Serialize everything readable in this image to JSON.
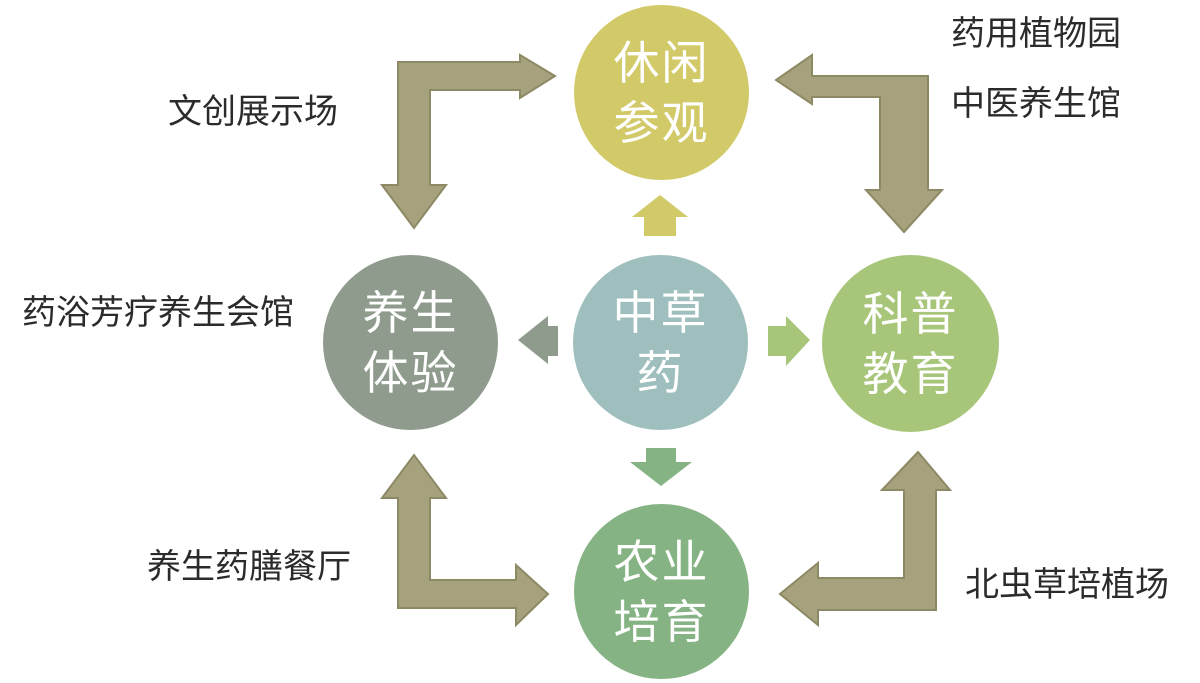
{
  "colors": {
    "leisure": "#d2c968",
    "center": "#9ebfbd",
    "wellness": "#8f9c8d",
    "science": "#a8c67a",
    "agriculture": "#85b383",
    "bend_arrow": "#a6a27d",
    "bend_arrow_stroke": "#8d8964",
    "label_text": "#2b2b2b",
    "circle_text": "#ffffff"
  },
  "center": {
    "line1": "中草",
    "line2": "药"
  },
  "nodes": {
    "top": {
      "line1": "休闲",
      "line2": "参观"
    },
    "left": {
      "line1": "养生",
      "line2": "体验"
    },
    "right": {
      "line1": "科普",
      "line2": "教育"
    },
    "bottom": {
      "line1": "农业",
      "line2": "培育"
    }
  },
  "labels": {
    "top_left": "文创展示场",
    "top_right_1": "药用植物园",
    "top_right_2": "中医养生馆",
    "mid_left": "药浴芳疗养生会馆",
    "bottom_left": "养生药膳餐厅",
    "bottom_right": "北虫草培植场"
  }
}
